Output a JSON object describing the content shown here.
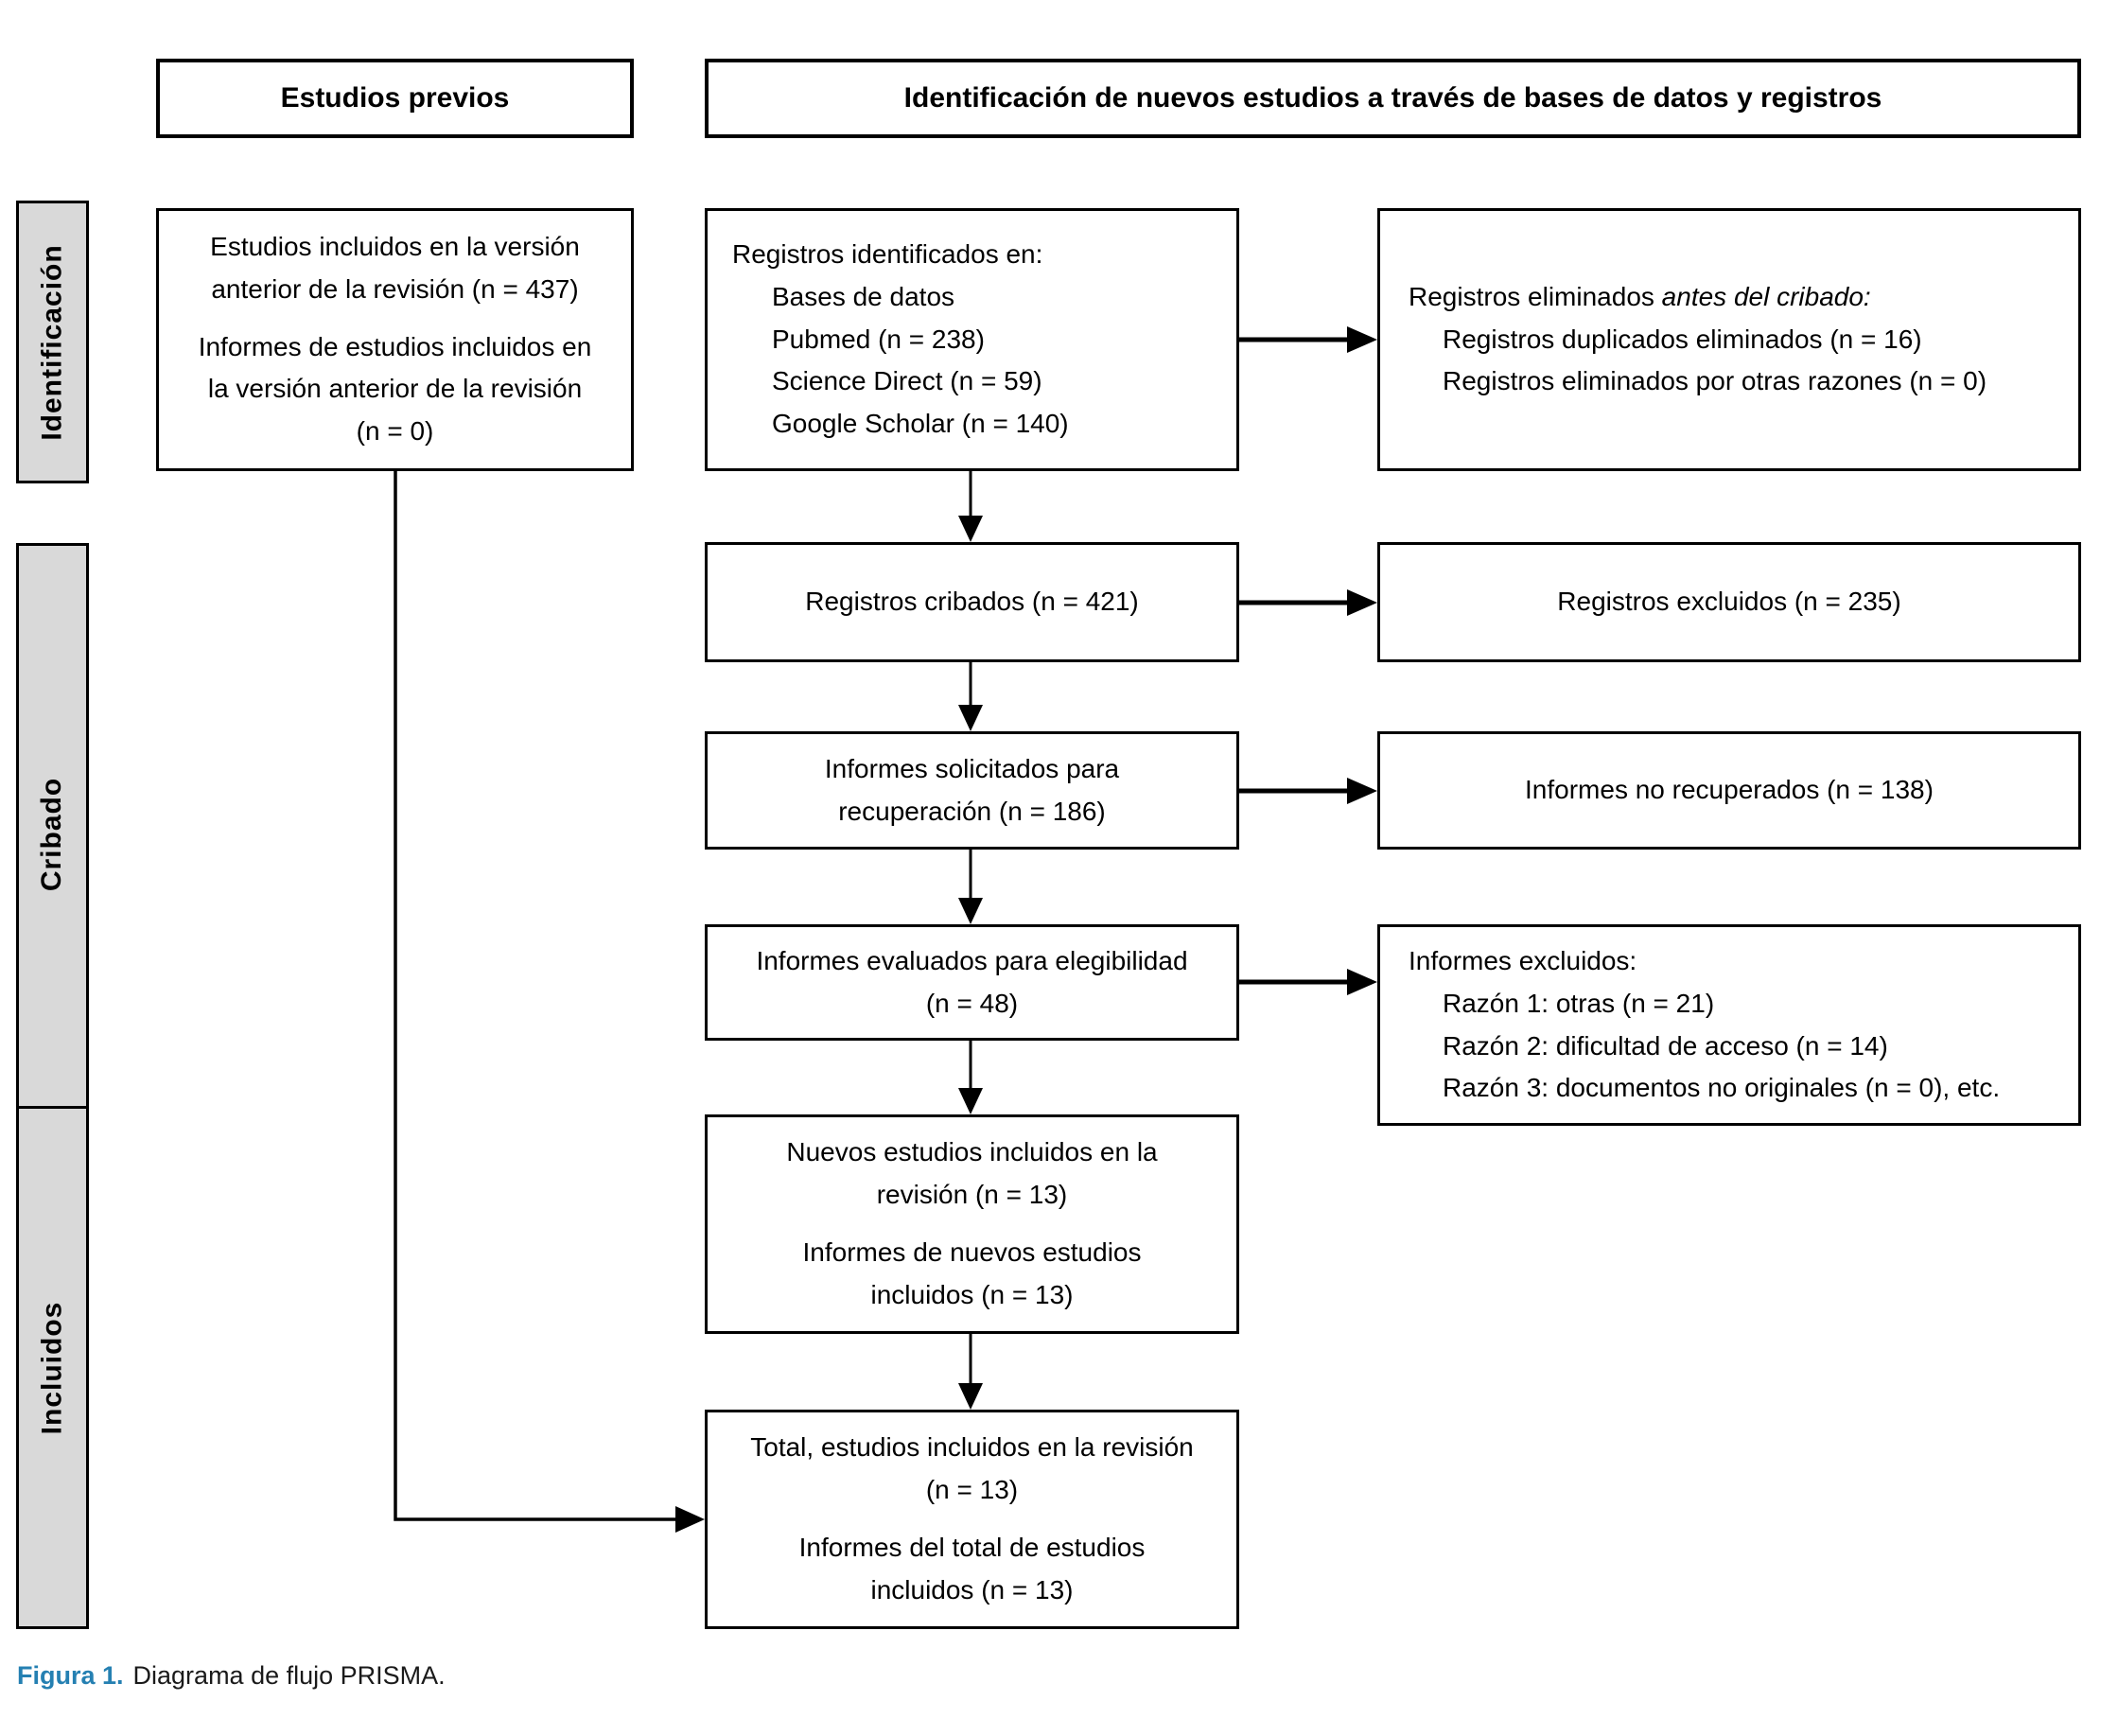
{
  "headers": {
    "previous": "Estudios previos",
    "identification": "Identificación de nuevos estudios a través de bases de datos y registros"
  },
  "sidebar": {
    "identification": "Identificación",
    "screening": "Cribado",
    "included": "Incluidos"
  },
  "boxes": {
    "previous_studies": {
      "p1": "Estudios incluidos en la versión anterior de la revisión (n = 437)",
      "p2": "Informes de estudios incluidos en la versión anterior de la revisión (n = 0)"
    },
    "records_identified": {
      "intro": "Registros identificados en:",
      "items": [
        "Bases de datos",
        "Pubmed (n = 238)",
        "Science Direct (n = 59)",
        "Google Scholar (n = 140)"
      ]
    },
    "records_removed": {
      "prefix": "Registros eliminados ",
      "italic": "antes del cribado:",
      "items": [
        "Registros duplicados eliminados (n = 16)",
        "Registros eliminados por otras razones (n = 0)"
      ]
    },
    "records_screened": "Registros cribados (n = 421)",
    "records_excluded": "Registros excluidos (n = 235)",
    "reports_sought": "Informes solicitados para recuperación (n = 186)",
    "reports_not_retrieved": "Informes no recuperados (n = 138)",
    "reports_assessed": "Informes evaluados para elegibilidad (n = 48)",
    "reports_excluded": {
      "intro": "Informes excluidos:",
      "items": [
        "Razón 1: otras (n = 21)",
        "Razón 2: dificultad de acceso (n = 14)",
        "Razón 3: documentos no originales (n = 0), etc."
      ]
    },
    "new_studies": {
      "p1": "Nuevos estudios incluidos en la revisión (n = 13)",
      "p2": "Informes de nuevos estudios incluidos (n = 13)"
    },
    "total_studies": {
      "p1": "Total, estudios incluidos en la revisión (n = 13)",
      "p2": "Informes del total de estudios incluidos (n = 13)"
    }
  },
  "caption": {
    "label": "Figura 1.",
    "text": "Diagrama de flujo PRISMA."
  },
  "colors": {
    "sidebar_fill": "#d9d9d9",
    "caption_accent": "#2580b2",
    "line": "#000000"
  }
}
